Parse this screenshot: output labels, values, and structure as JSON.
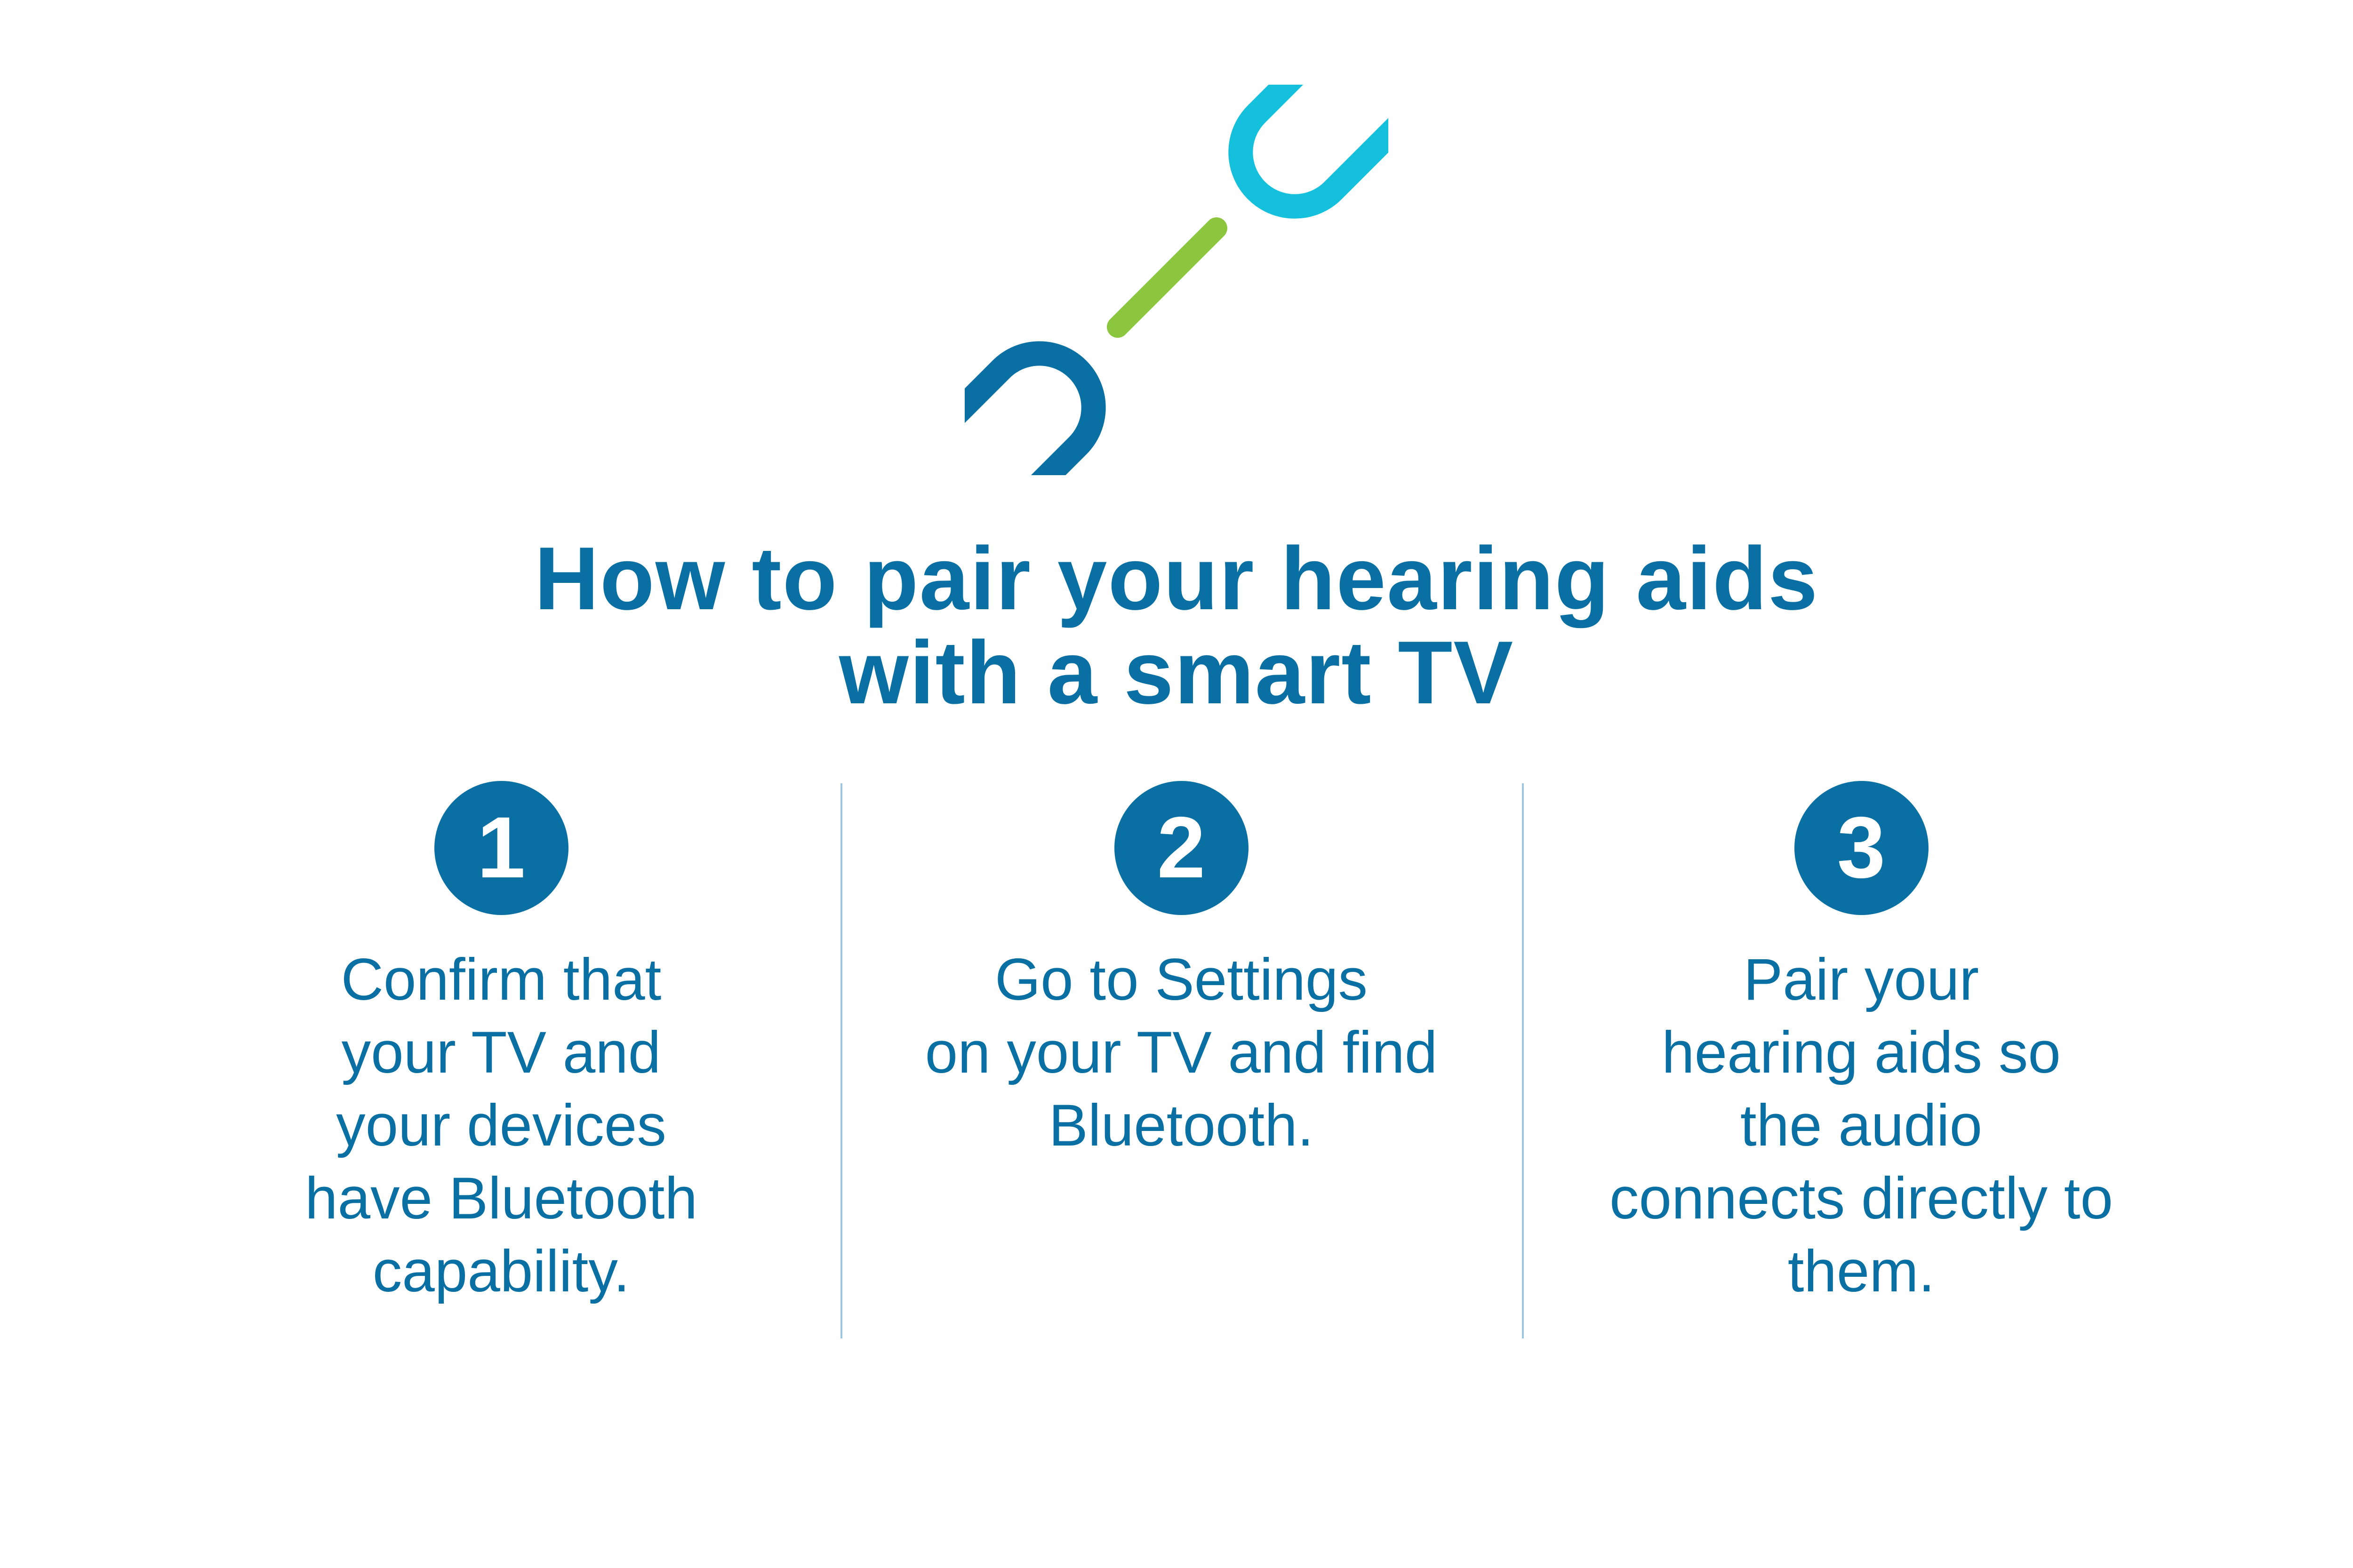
{
  "colors": {
    "primary": "#0a6fa3",
    "cyan": "#14c0db",
    "green": "#8cc63f",
    "divider": "#9ec7dd",
    "background": "#ffffff"
  },
  "icon": "chain-link-icon",
  "title": {
    "line1": "How to pair your hearing aids",
    "line2": "with a smart TV"
  },
  "steps": [
    {
      "number": "1",
      "lines": [
        "Confirm that",
        "your TV and",
        "your devices",
        "have Bluetooth",
        "capability."
      ]
    },
    {
      "number": "2",
      "lines": [
        "Go to Settings",
        "on your TV and find",
        "Bluetooth."
      ]
    },
    {
      "number": "3",
      "lines": [
        "Pair your",
        "hearing aids so",
        "the audio",
        "connects directly to",
        "them."
      ]
    }
  ]
}
